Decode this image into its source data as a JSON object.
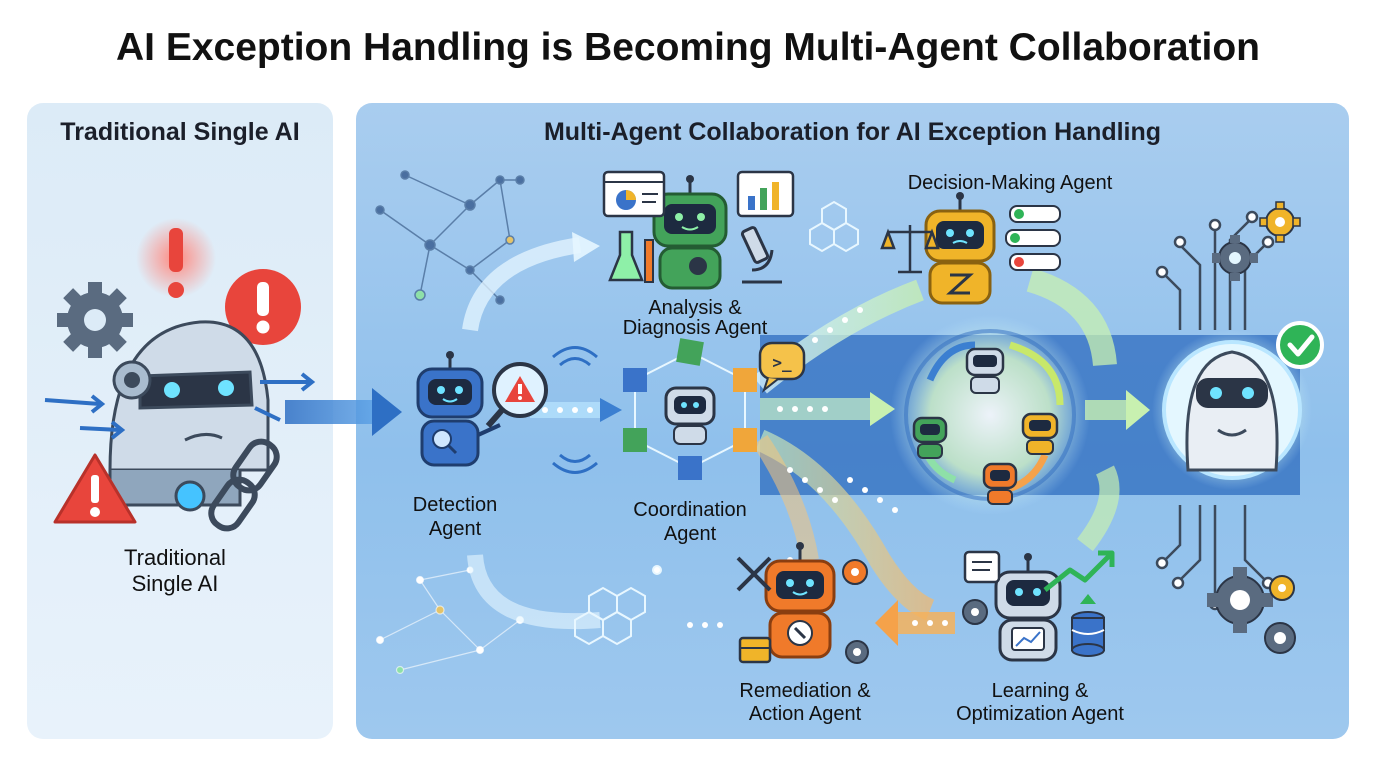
{
  "title": "AI Exception Handling is Becoming Multi-Agent Collaboration",
  "left_panel": {
    "header": "Traditional Single AI",
    "caption_line1": "Traditional",
    "caption_line2": "Single AI",
    "icons": [
      "gear-icon",
      "alert-icon",
      "warning-triangle-icon",
      "broken-chain-icon",
      "robot-head-icon"
    ]
  },
  "right_panel": {
    "header": "Multi-Agent Collaboration for AI Exception Handling",
    "agents": {
      "detection": {
        "line1": "Detection",
        "line2": "Agent",
        "color": "#3a73c9"
      },
      "analysis": {
        "line1": "Analysis &",
        "line2": "Diagnosis Agent",
        "color": "#43a35a"
      },
      "decision": {
        "line1": "Decision-Making Agent",
        "color": "#f0b429"
      },
      "coordination": {
        "line1": "Coordination",
        "line2": "Agent",
        "color": "#3a73c9"
      },
      "remediation": {
        "line1": "Remediation &",
        "line2": "Action Agent",
        "color": "#f07a2a"
      },
      "learning": {
        "line1": "Learning &",
        "line2": "Optimization Agent",
        "color": "#3a73c9"
      }
    },
    "terminal_glyph": ">_",
    "success_icon": "check-icon"
  },
  "colors": {
    "alert_red": "#e8453c",
    "success_green": "#2fb457",
    "flow_blue": "#3b7fd1"
  }
}
